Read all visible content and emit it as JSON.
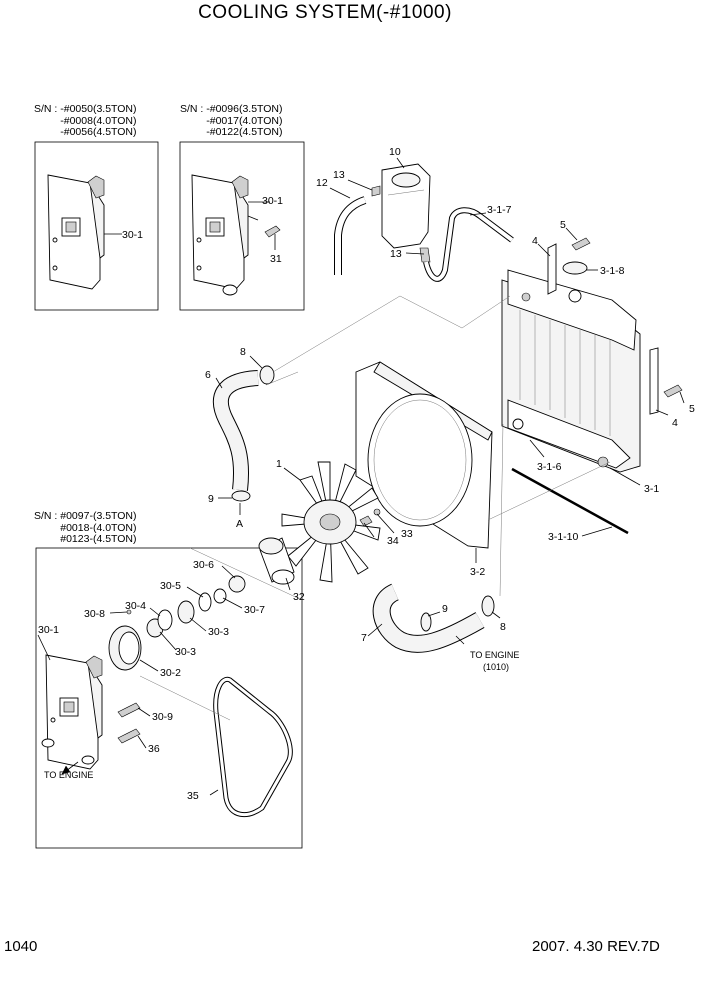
{
  "header": {
    "title": "COOLING SYSTEM(-#1000)"
  },
  "footer": {
    "page_number": "1040",
    "revision": "2007. 4.30 REV.7D"
  },
  "serial_notes": {
    "box1": "S/N : -#0050(3.5TON)\n         -#0008(4.0TON)\n         -#0056(4.5TON)",
    "box2": "S/N : -#0096(3.5TON)\n         -#0017(4.0TON)\n         -#0122(4.5TON)",
    "box3": "S/N : #0097-(3.5TON)\n         #0018-(4.0TON)\n         #0123-(4.5TON)"
  },
  "callouts": {
    "c10": "10",
    "c13a": "13",
    "c12": "12",
    "c13b": "13",
    "c3_1_7": "3-1-7",
    "c5a": "5",
    "c4a": "4",
    "c3_1_8": "3-1-8",
    "c5b": "5",
    "c4b": "4",
    "c8a": "8",
    "c6": "6",
    "c9a": "9",
    "cA": "A",
    "c1": "1",
    "c3_1_6": "3-1-6",
    "c3_1": "3-1",
    "c33": "33",
    "c34": "34",
    "c3_1_10": "3-1-10",
    "c3_2": "3-2",
    "c30_1a": "30-1",
    "c30_1b": "30-1",
    "c31": "31",
    "c30_6": "30-6",
    "c32": "32",
    "c30_5": "30-5",
    "c30_7": "30-7",
    "c30_4": "30-4",
    "c30_8": "30-8",
    "c30_3a": "30-3",
    "c30_3b": "30-3",
    "c30_1c": "30-1",
    "c30_2": "30-2",
    "c30_9": "30-9",
    "c36": "36",
    "c35": "35",
    "c9b": "9",
    "c7": "7",
    "c8b": "8"
  },
  "notes": {
    "to_engine_top": "TO ENGINE",
    "to_engine_ref": "(1010)",
    "to_engine_left": "TO ENGINE"
  }
}
